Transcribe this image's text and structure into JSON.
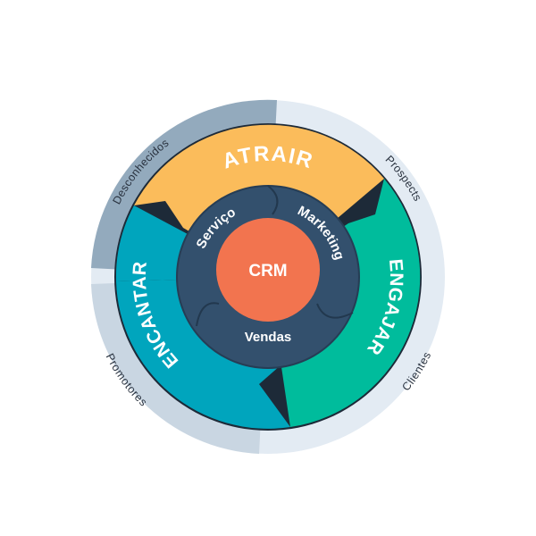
{
  "diagram": {
    "title": "Flywheel",
    "center": {
      "label": "CRM",
      "color": "#f2744f"
    },
    "inner_ring": {
      "color": "#33506d",
      "labels": [
        "Serviço",
        "Marketing",
        "Vendas"
      ]
    },
    "stages": [
      {
        "label": "ATRAIR",
        "color": "#fbbc5b"
      },
      {
        "label": "ENGAJAR",
        "color": "#00bc9c"
      },
      {
        "label": "ENCANTAR",
        "color": "#00a5bd"
      }
    ],
    "outer_ring": {
      "labels": [
        "Desconhecidos",
        "Prospects",
        "Clientes",
        "Promotores"
      ],
      "colors": {
        "dark": "#93aabd",
        "light": "#e3ebf3",
        "mid": "#c9d6e2"
      }
    }
  }
}
